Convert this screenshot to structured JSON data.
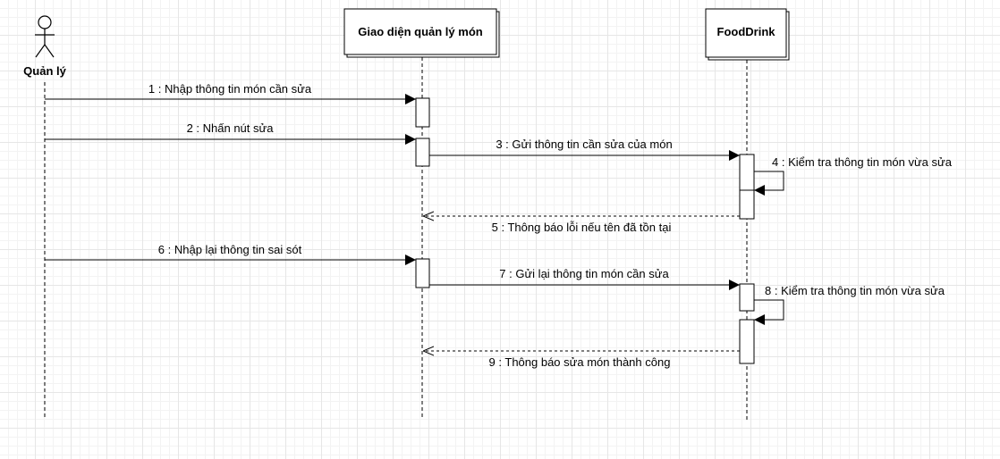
{
  "actor": {
    "name": "Quản lý"
  },
  "participants": [
    {
      "name": "Giao diện quản lý món"
    },
    {
      "name": "FoodDrink"
    }
  ],
  "messages": [
    {
      "label": "1 : Nhập thông tin món cần sửa",
      "style": "sync"
    },
    {
      "label": "2 : Nhấn nút sửa",
      "style": "sync"
    },
    {
      "label": "3 : Gửi thông tin cần sửa của món",
      "style": "sync"
    },
    {
      "label": "4 : Kiểm tra thông tin món vừa sửa",
      "style": "self"
    },
    {
      "label": "5 : Thông báo lỗi nếu tên đã tồn tại",
      "style": "return"
    },
    {
      "label": "6 : Nhập lại thông tin sai sót",
      "style": "sync"
    },
    {
      "label": "7 : Gửi lại thông tin món cần sửa",
      "style": "sync"
    },
    {
      "label": "8 : Kiểm tra thông tin món vừa sửa",
      "style": "self"
    },
    {
      "label": "9 : Thông báo sửa món thành công",
      "style": "return"
    }
  ]
}
